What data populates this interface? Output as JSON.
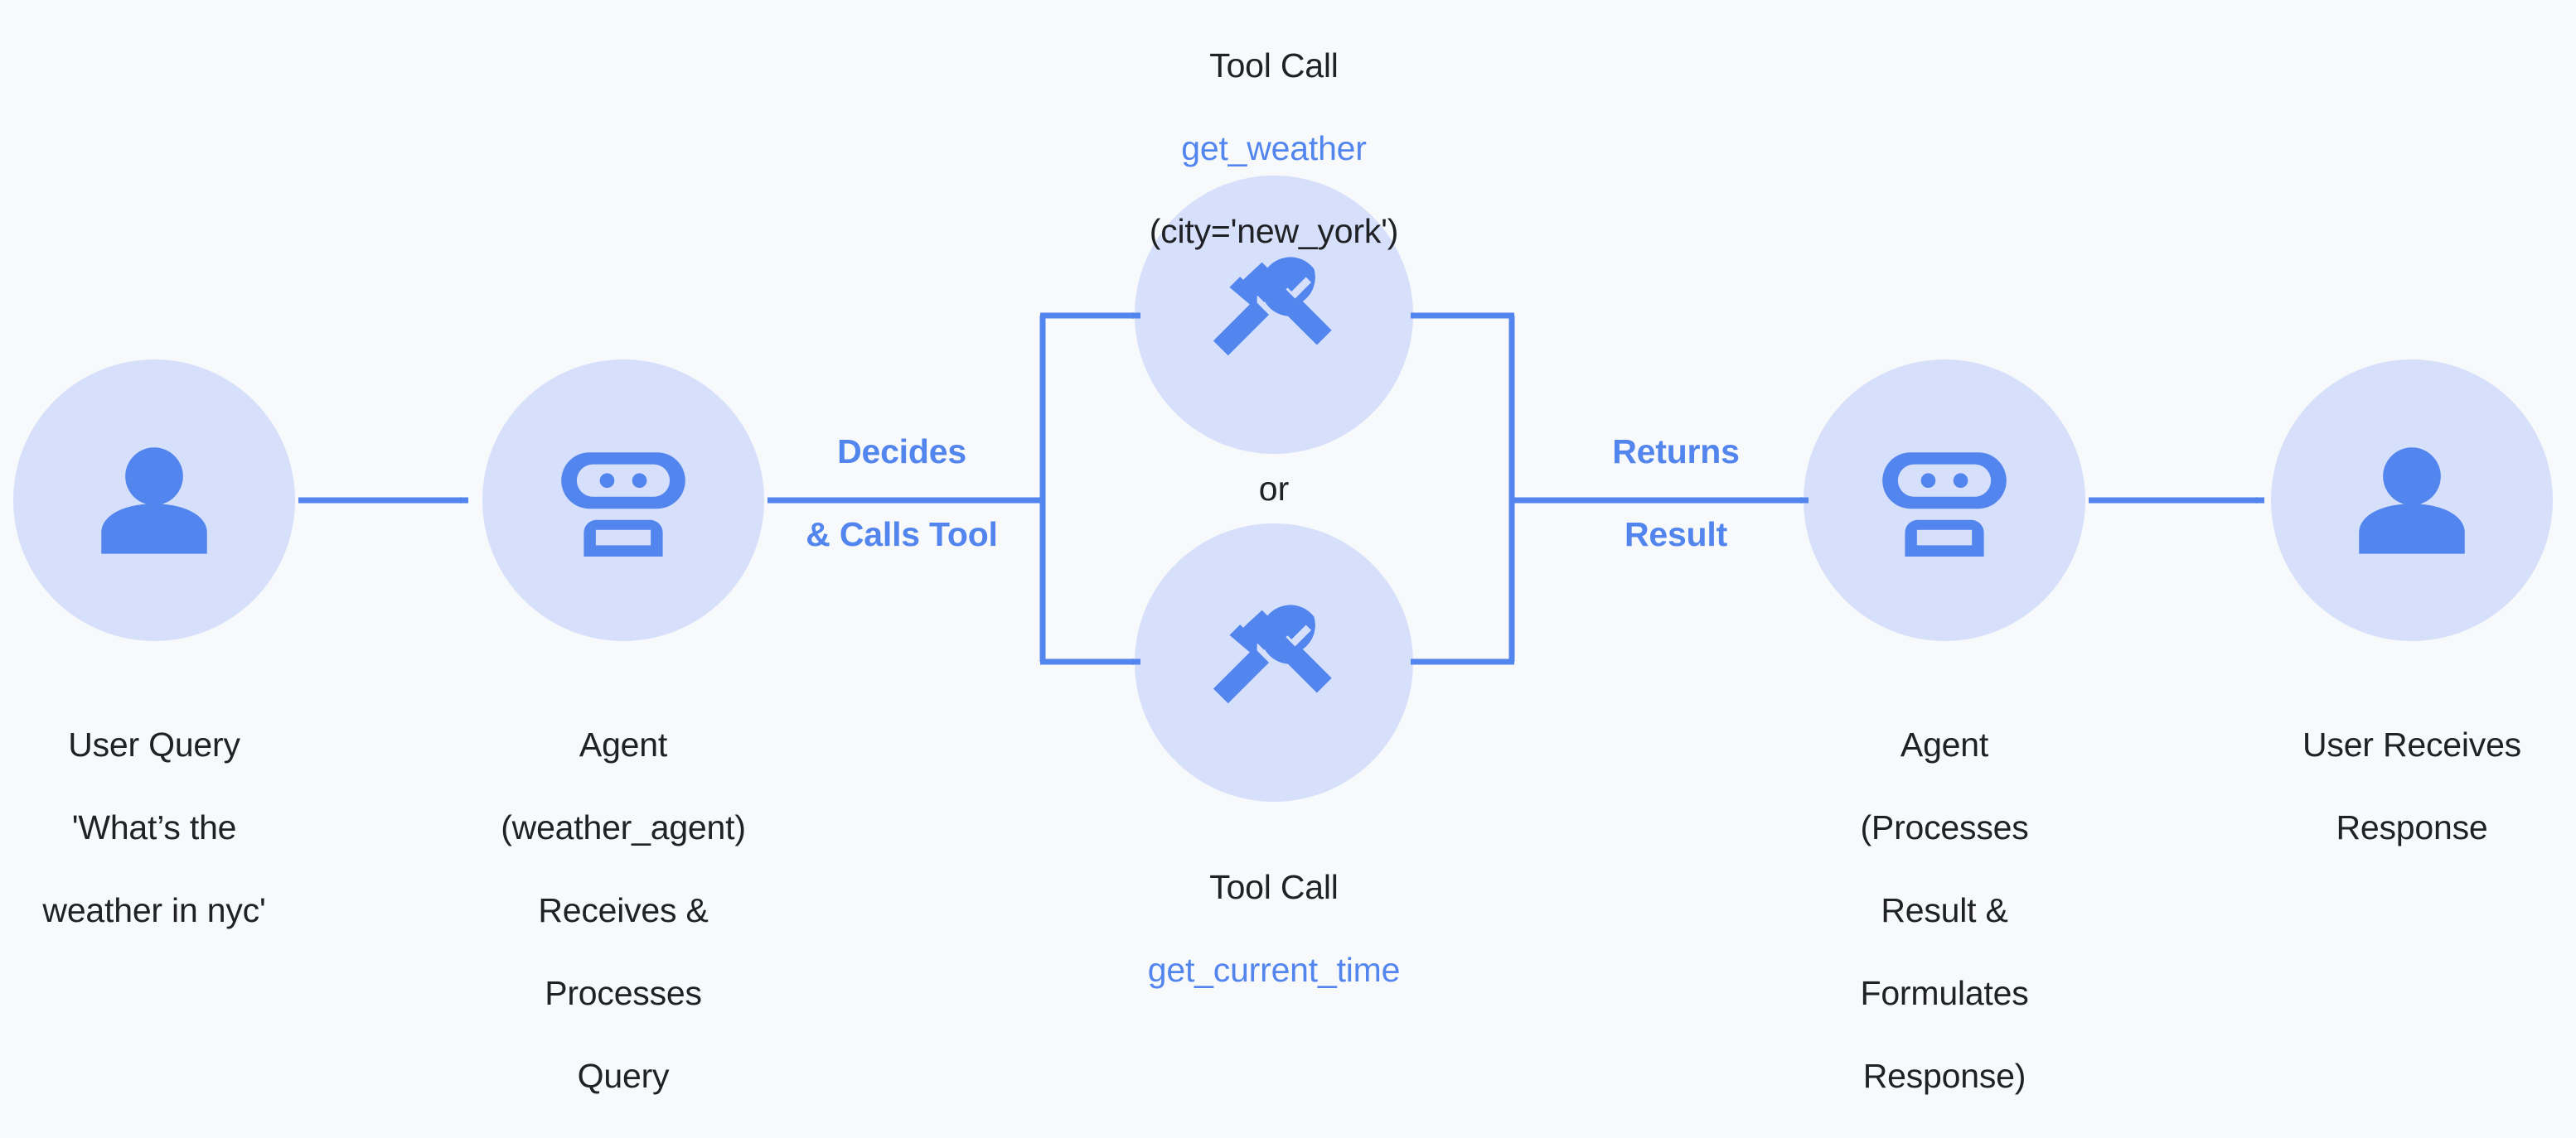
{
  "diagram": {
    "title": "Agent tool-calling flow",
    "background_color": "#f8f9fb",
    "accent_color": "#5285ee",
    "node_fill_color": "#d6e0fb",
    "text_color": "#202124"
  },
  "nodes": {
    "user_query": {
      "icon": "person-icon",
      "label_line1": "User Query",
      "label_line2": "'What’s the",
      "label_line3": "weather in nyc'"
    },
    "agent_receive": {
      "icon": "robot-icon",
      "label_line1": "Agent",
      "label_line2": "(weather_agent)",
      "label_line3": "Receives &",
      "label_line4": "Processes",
      "label_line5": "Query"
    },
    "tool_top": {
      "icon": "handyman-tools-icon",
      "label_line1": "Tool Call",
      "label_line2": "get_weather",
      "label_line3": "(city='new_york')"
    },
    "tool_bottom": {
      "icon": "handyman-tools-icon",
      "label_line1": "Tool Call",
      "label_line2": "get_current_time"
    },
    "agent_process": {
      "icon": "robot-icon",
      "label_line1": "Agent",
      "label_line2": "(Processes",
      "label_line3": "Result &",
      "label_line4": "Formulates",
      "label_line5": "Response)"
    },
    "user_response": {
      "icon": "person-icon",
      "label_line1": "User Receives",
      "label_line2": "Response"
    }
  },
  "edges": {
    "user_to_agent": {
      "label": ""
    },
    "agent_to_tools": {
      "label_line1": "Decides",
      "label_line2": "& Calls Tool"
    },
    "branch_separator": {
      "label": "or"
    },
    "tools_to_agent": {
      "label_line1": "Returns",
      "label_line2": "Result"
    },
    "agent_to_user": {
      "label": ""
    }
  }
}
